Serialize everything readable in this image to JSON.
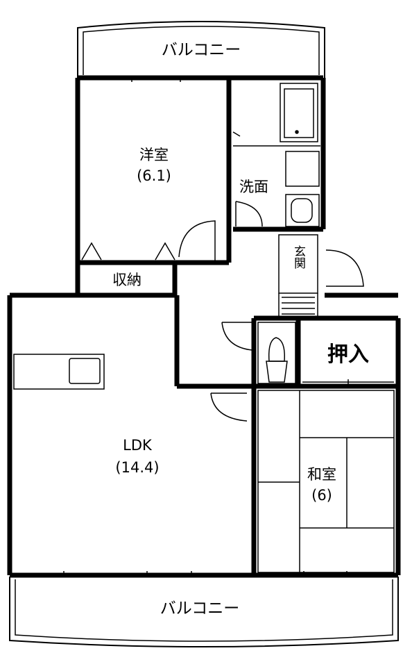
{
  "rooms": {
    "balcony_top": "バルコニー",
    "western_room": {
      "name": "洋室",
      "size": "(6.1)"
    },
    "washroom": "洗面",
    "storage": "収納",
    "entrance": "玄関",
    "closet": "押入",
    "ldk": {
      "name": "LDK",
      "size": "(14.4)"
    },
    "japanese_room": {
      "name": "和室",
      "size": "(6)"
    },
    "balcony_bottom": "バルコニー"
  }
}
